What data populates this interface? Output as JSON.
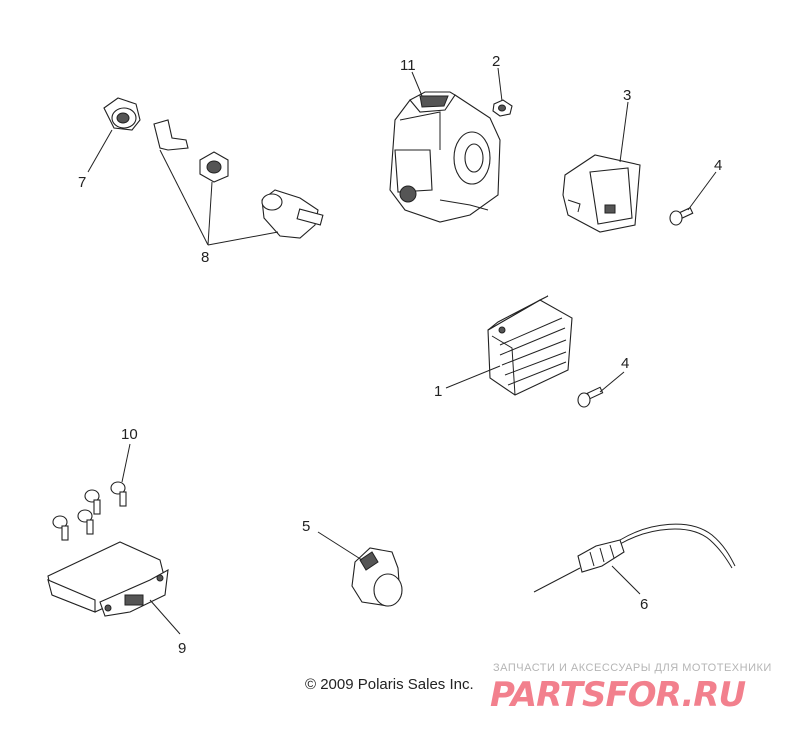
{
  "diagram": {
    "callouts": [
      {
        "id": "11",
        "label": "11"
      },
      {
        "id": "2",
        "label": "2"
      },
      {
        "id": "3",
        "label": "3"
      },
      {
        "id": "4a",
        "label": "4"
      },
      {
        "id": "7",
        "label": "7"
      },
      {
        "id": "8",
        "label": "8"
      },
      {
        "id": "1",
        "label": "1"
      },
      {
        "id": "4b",
        "label": "4"
      },
      {
        "id": "10",
        "label": "10"
      },
      {
        "id": "5",
        "label": "5"
      },
      {
        "id": "6",
        "label": "6"
      },
      {
        "id": "9",
        "label": "9"
      }
    ]
  },
  "footer": {
    "copyright": "© 2009 Polaris Sales Inc."
  },
  "watermark": {
    "tagline": "ЗАПЧАСТИ И АКСЕССУАРЫ ДЛЯ МОТОТЕХНИКИ",
    "logo": "PARTSFOR.RU",
    "color": "#f06a7a"
  }
}
